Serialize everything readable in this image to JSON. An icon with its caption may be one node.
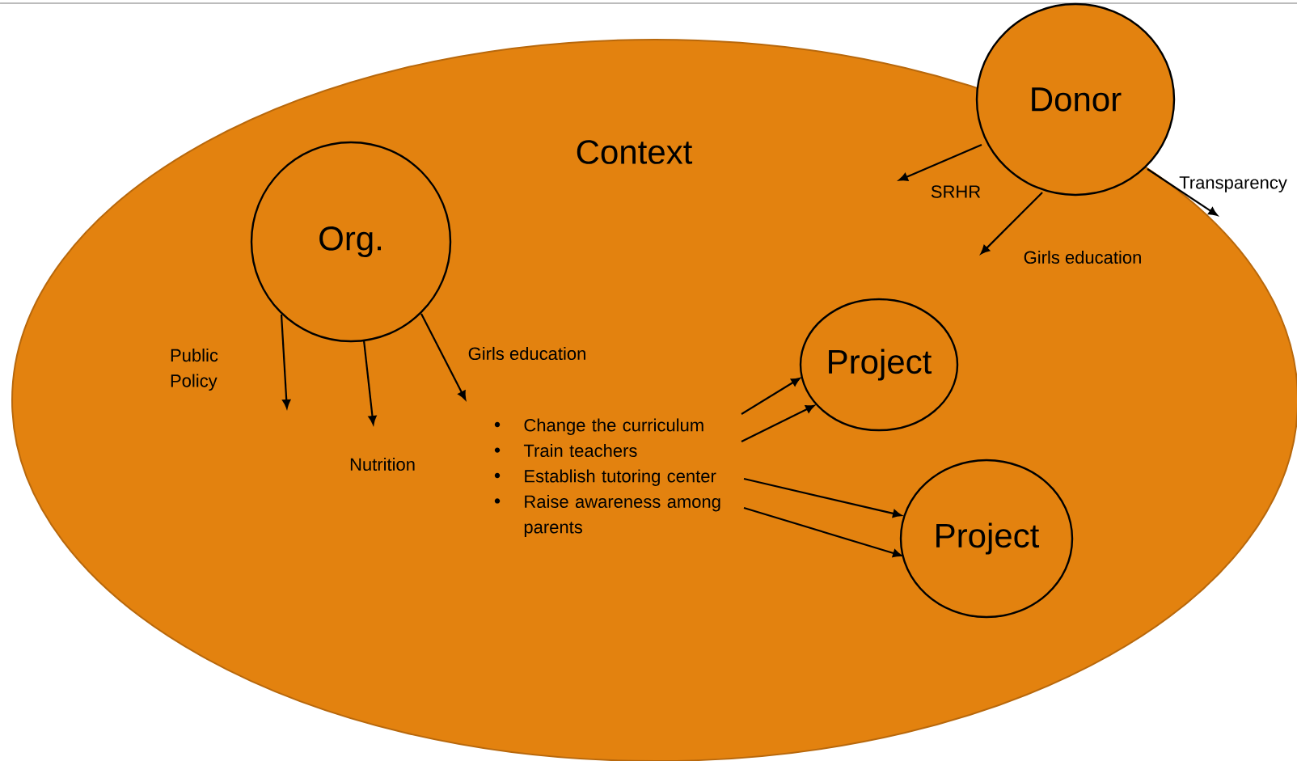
{
  "diagram": {
    "nodes": [
      {
        "text": [
          "Context"
        ]
      },
      {
        "text": [
          "Org."
        ],
        "in": 0
      },
      {
        "text": [
          "Public Policy"
        ],
        "in": 0
      },
      {
        "text": [
          "Nutrition"
        ],
        "in": 0
      },
      {
        "text": [
          "Girls education"
        ],
        "in": 0
      },
      {
        "text": [
          "Donor"
        ]
      },
      {
        "text": [
          "SRHR"
        ],
        "in": 0
      },
      {
        "text": [
          "Girls education"
        ],
        "in": 0
      },
      {
        "text": [
          "Transparency"
        ]
      },
      {
        "text": [
          "Project"
        ],
        "in": 0
      },
      {
        "text": [
          "Project"
        ],
        "in": 0
      },
      {
        "text": [
          "Change the curriculum",
          "Train teachers",
          "Establish tutoring center",
          "Raise awareness among parents"
        ],
        "in": 0
      }
    ],
    "edges": [
      {
        "from": 1,
        "to": 2,
        "arrow": "to"
      },
      {
        "from": 1,
        "to": 3,
        "arrow": "to"
      },
      {
        "from": 1,
        "to": 4,
        "arrow": "to"
      },
      {
        "from": 5,
        "to": 6,
        "arrow": "to"
      },
      {
        "from": 5,
        "to": 7,
        "arrow": "to"
      },
      {
        "from": 5,
        "to": 8,
        "arrow": "to"
      },
      {
        "from": 11,
        "to": 9,
        "arrow": "to"
      },
      {
        "from": 11,
        "to": 9,
        "arrow": "to"
      },
      {
        "from": 11,
        "to": 10,
        "arrow": "to"
      },
      {
        "from": 11,
        "to": 10,
        "arrow": "to"
      }
    ]
  }
}
